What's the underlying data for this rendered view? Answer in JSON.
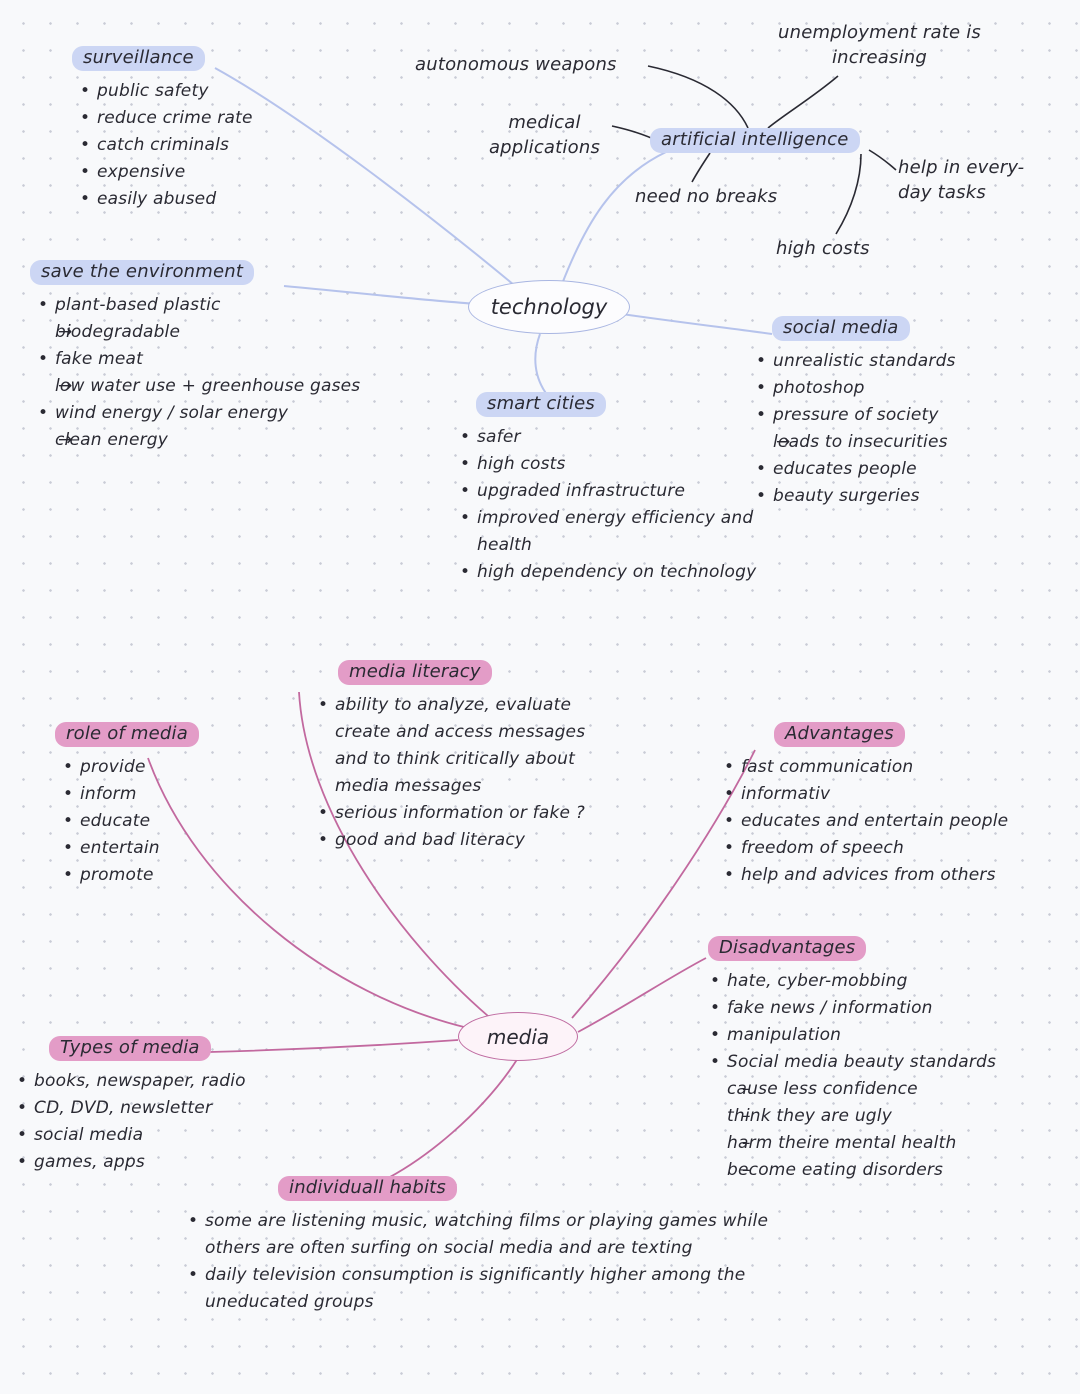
{
  "colors": {
    "ink": "#2a2a33",
    "tech_highlight": "#ccd6f4",
    "tech_line": "#b6c3ec",
    "media_highlight": "#e39cc7",
    "media_line": "#c2699f"
  },
  "tech": {
    "center_label": "technology",
    "surveillance": {
      "title": "surveillance",
      "items": [
        "public safety",
        "reduce crime rate",
        "catch criminals",
        "expensive",
        "easily abused"
      ]
    },
    "autonomous_weapons": "autonomous weapons",
    "unemployment": "unemployment rate is increasing",
    "medical": "medical applications",
    "ai_title": "artificial intelligence",
    "need_no_breaks": "need no breaks",
    "help_tasks": "help in every-day tasks",
    "high_costs": "high costs",
    "environment": {
      "title": "save the environment",
      "items": [
        "plant-based plastic",
        "biodegradable",
        "fake meat",
        "low water use + greenhouse gases",
        "wind energy / solar energy",
        "clean energy"
      ]
    },
    "smart_cities": {
      "title": "smart cities",
      "items": [
        "safer",
        "high costs",
        "upgraded infrastructure",
        "improved energy efficiency and health",
        "high dependency on technology"
      ]
    },
    "social_media": {
      "title": "social media",
      "items": [
        "unrealistic standards",
        "photoshop",
        "pressure of society",
        "leads to insecurities",
        "educates people",
        "beauty surgeries"
      ]
    }
  },
  "media": {
    "center_label": "media",
    "literacy": {
      "title": "media literacy",
      "items": [
        "ability to analyze, evaluate create and access messages and to think critically about media messages",
        "serious information or fake ?",
        "good and bad literacy"
      ]
    },
    "role": {
      "title": "role of media",
      "items": [
        "provide",
        "inform",
        "educate",
        "entertain",
        "promote"
      ]
    },
    "advantages": {
      "title": "Advantages",
      "items": [
        "fast communication",
        "informativ",
        "educates and entertain people",
        "freedom of speech",
        "help and advices from others"
      ]
    },
    "disadvantages": {
      "title": "Disadvantages",
      "items": [
        "hate, cyber-mobbing",
        "fake news / information",
        "manipulation",
        "Social media beauty standards"
      ],
      "sub_items": [
        "cause less confidence",
        "think they are ugly",
        "harm theire mental health",
        "become eating disorders"
      ]
    },
    "types": {
      "title": "Types of media",
      "items": [
        "books, newspaper, radio",
        "CD, DVD, newsletter",
        "social media",
        "games, apps"
      ]
    },
    "habits": {
      "title": "individuall habits",
      "items": [
        "some are listening music, watching films or playing games while others are often surfing on social media and are texting",
        "daily television consumption is significantly higher among the uneducated groups"
      ]
    }
  }
}
